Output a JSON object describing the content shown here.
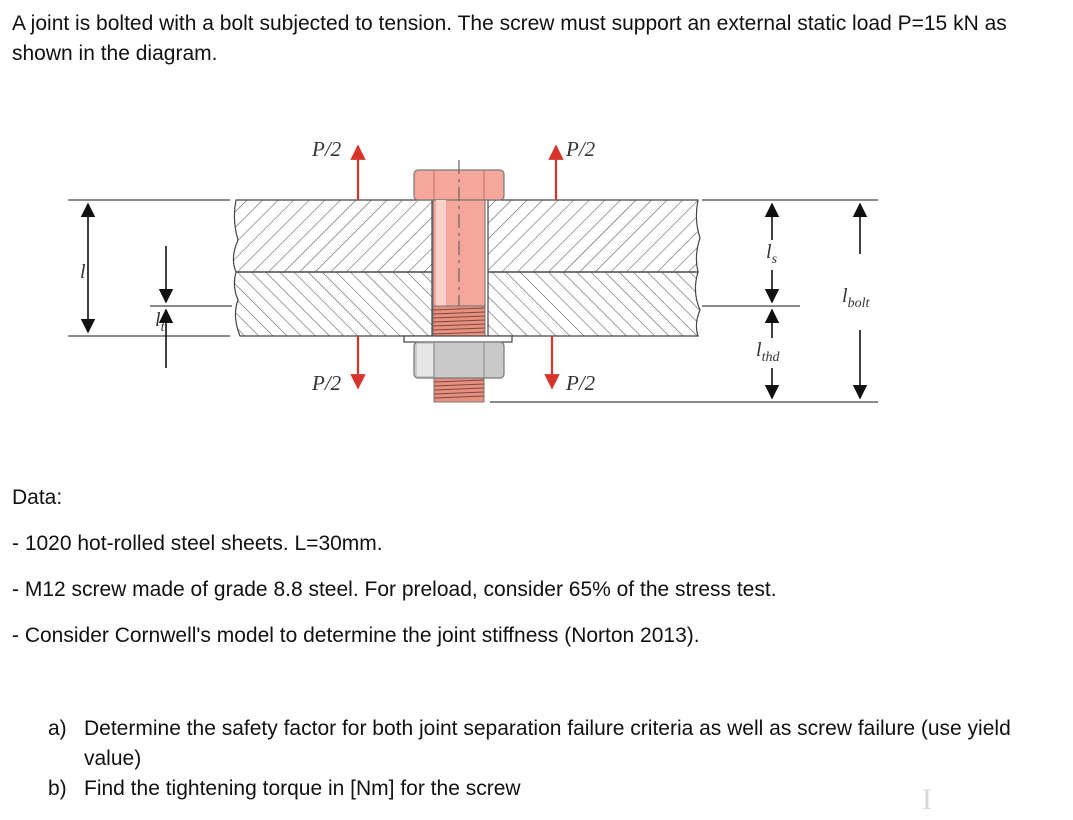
{
  "problem": {
    "intro": "A joint is bolted with a bolt subjected to tension. The screw must support an external static load P=15 kN as shown in the diagram."
  },
  "diagram": {
    "labels": {
      "load_top_left": "P/2",
      "load_top_right": "P/2",
      "load_bottom_left": "P/2",
      "load_bottom_right": "P/2",
      "l": "l",
      "lt_base": "l",
      "lt_sub": "t",
      "ls_base": "l",
      "ls_sub": "s",
      "lthd_base": "l",
      "lthd_sub": "thd",
      "lbolt_base": "l",
      "lbolt_sub": "bolt"
    },
    "colors": {
      "bolt": "#f4a79a",
      "bolt_dark": "#e07a6a",
      "nut": "#c9c9c9",
      "arrow_load": "#d8342c",
      "plate_stroke": "#444444"
    }
  },
  "data_section": {
    "title": "Data:",
    "items": [
      "- 1020 hot-rolled steel sheets. L=30mm.",
      "- M12 screw made of grade 8.8 steel. For preload, consider 65% of the stress test.",
      "- Consider Cornwell's model to determine the joint stiffness (Norton 2013)."
    ]
  },
  "questions": [
    {
      "letter": "a)",
      "text": "Determine the safety factor for both joint separation failure criteria as well as screw failure (use yield value)"
    },
    {
      "letter": "b)",
      "text": "Find the tightening torque in [Nm] for the screw"
    }
  ]
}
